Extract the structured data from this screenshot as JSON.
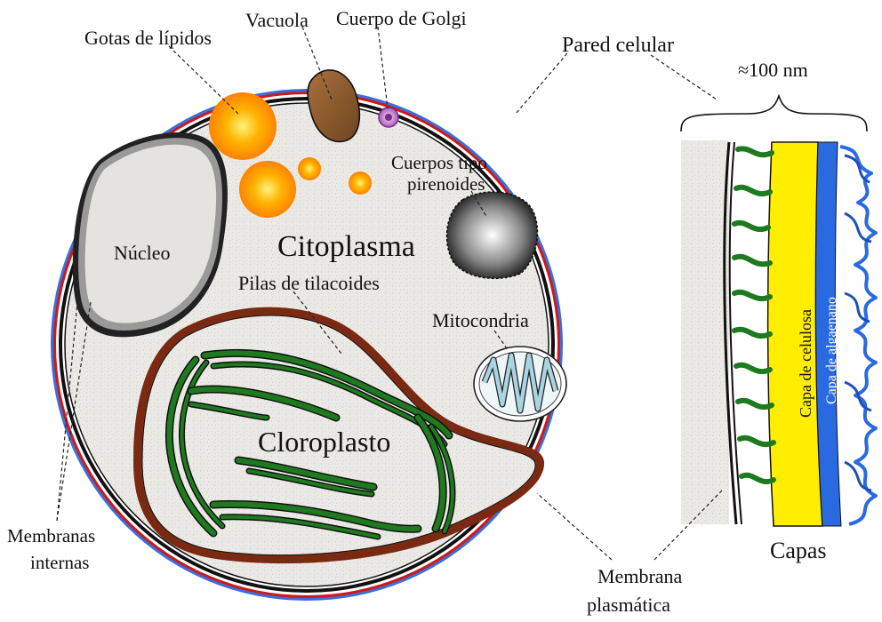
{
  "labels": {
    "lipid_drops": "Gotas de lípidos",
    "vacuole": "Vacuola",
    "golgi": "Cuerpo de Golgi",
    "cell_wall": "Pared celular",
    "wall_thickness": "≈100 nm",
    "pyrenoid_line1": "Cuerpos tipo",
    "pyrenoid_line2": "pirenoides",
    "nucleus": "Núcleo",
    "cytoplasm": "Citoplasma",
    "thylakoids": "Pilas de tilacoides",
    "mitochondria": "Mitocondria",
    "chloroplast": "Cloroplasto",
    "internal_membranes_line1": "Membranas",
    "internal_membranes_line2": "internas",
    "plasma_membrane_line1": "Membrana",
    "plasma_membrane_line2": "plasmática",
    "cellulose_layer": "Capa de celulosa",
    "algaenan_layer": "Capa de algaenano",
    "layers": "Capas"
  },
  "colors": {
    "cell_wall_outer": "#3a6fd8",
    "cell_wall_red": "#d01818",
    "cytoplasm": "#e9e7e3",
    "chloroplast_border": "#7a2a12",
    "thylakoid": "#1e7a1e",
    "lipid": "#f7a000",
    "vacuole": "#8b5a2b",
    "golgi": "#b86fc4",
    "cellulose": "#ffee00",
    "algaenan": "#2a6ae0"
  }
}
